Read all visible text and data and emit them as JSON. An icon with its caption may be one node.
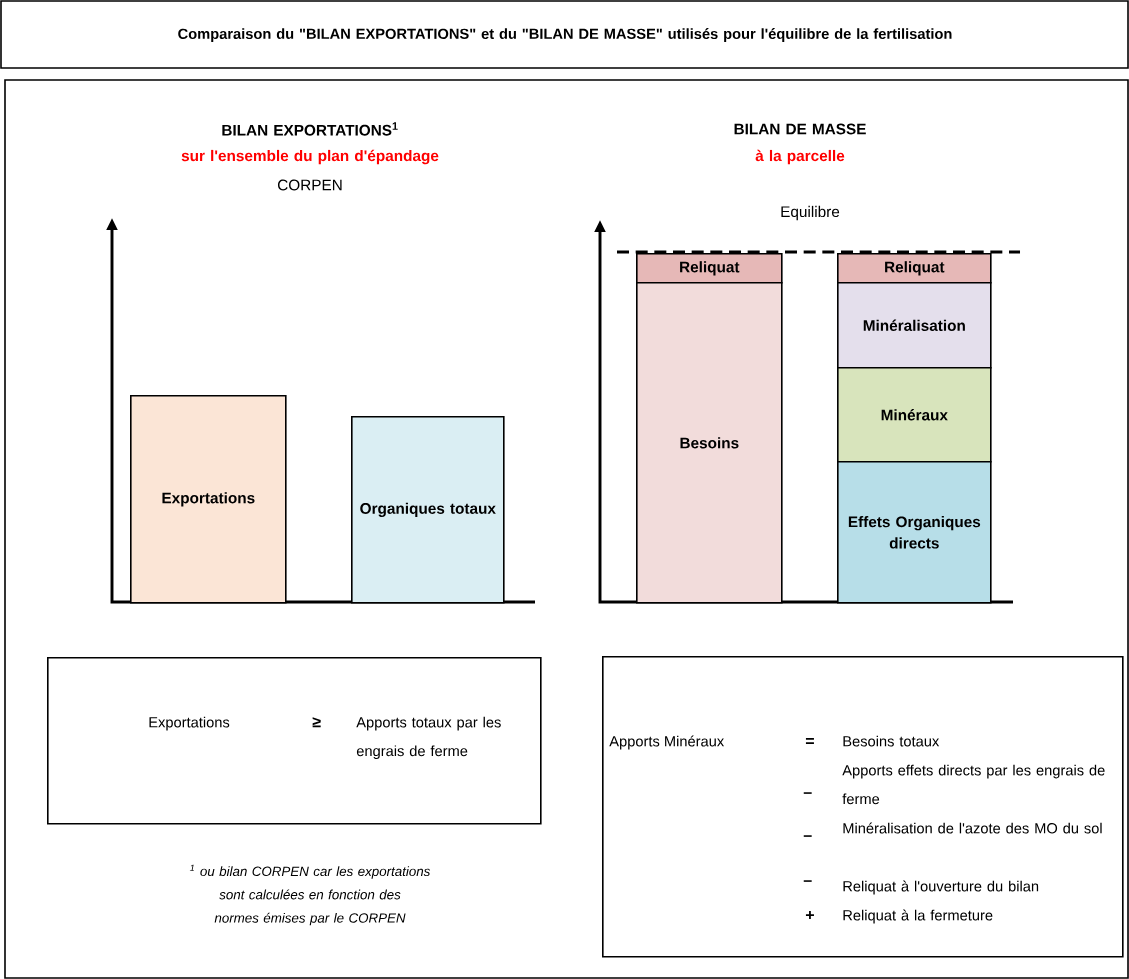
{
  "diagram": {
    "title": "Comparaison du \"BILAN EXPORTATIONS\" et du \"BILAN DE MASSE\" utilisés pour l'équilibre de la fertilisation",
    "nodes": [
      {
        "text": [
          "Exportations"
        ]
      },
      {
        "text": [
          "Organiques totaux"
        ]
      },
      {
        "text": [
          "Reliquat"
        ]
      },
      {
        "text": [
          "Besoins"
        ]
      },
      {
        "text": [
          "Reliquat"
        ]
      },
      {
        "text": [
          "Minéralisation"
        ]
      },
      {
        "text": [
          "Minéraux"
        ]
      },
      {
        "text": [
          "Effets Organiques directs"
        ]
      },
      {
        "text": [
          "Exportations",
          "≥",
          "Apports totaux par les engrais de ferme"
        ]
      },
      {
        "text": [
          "Apports Minéraux",
          "=",
          "Besoins totaux",
          "–",
          "Apports effets directs par les engrais de ferme",
          "–",
          "Minéralisation de l'azote des MO du sol",
          "–",
          "Reliquat à l'ouverture du bilan",
          "+",
          "Reliquat à la fermeture"
        ]
      }
    ],
    "labels": [
      "BILAN EXPORTATIONS$^{1}$",
      "sur l'ensemble du plan d'épandage",
      "CORPEN",
      "BILAN DE MASSE",
      "à la parcelle",
      "Equilibre",
      "$^{1}$ ou bilan CORPEN car les exportations sont calculées en fonction des normes émises par le CORPEN"
    ]
  }
}
